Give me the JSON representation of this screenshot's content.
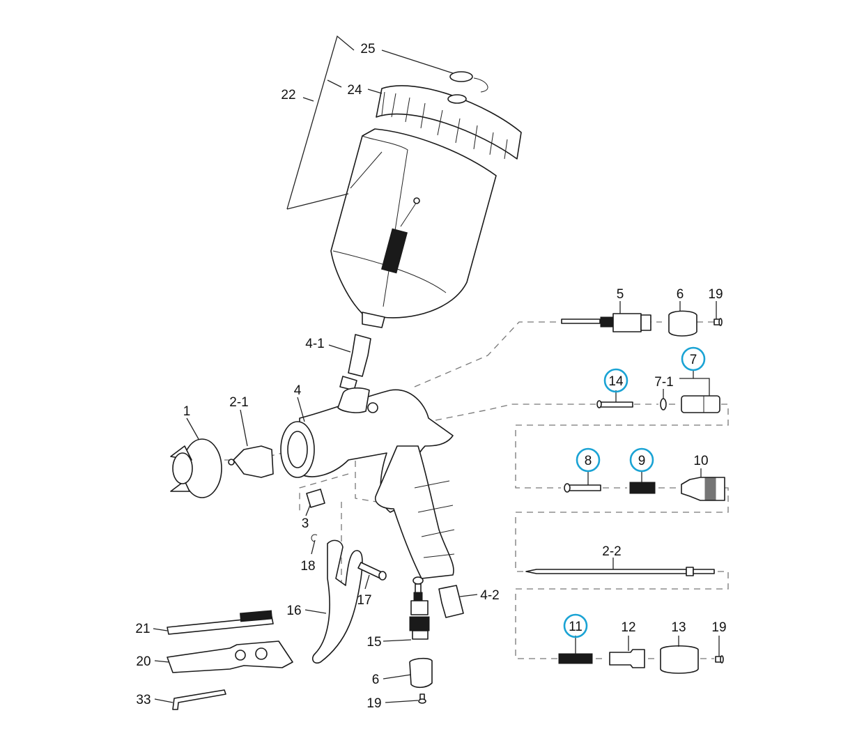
{
  "diagram": {
    "title": "Spray gun exploded parts diagram",
    "highlight_color": "#1aa3d4",
    "line_color": "#222222",
    "callouts": [
      {
        "id": "25",
        "text": "25",
        "highlighted": false
      },
      {
        "id": "24",
        "text": "24",
        "highlighted": false
      },
      {
        "id": "22",
        "text": "22",
        "highlighted": false
      },
      {
        "id": "5",
        "text": "5",
        "highlighted": false
      },
      {
        "id": "6a",
        "text": "6",
        "highlighted": false
      },
      {
        "id": "19a",
        "text": "19",
        "highlighted": false
      },
      {
        "id": "4-1",
        "text": "4-1",
        "highlighted": false
      },
      {
        "id": "7",
        "text": "7",
        "highlighted": true
      },
      {
        "id": "14",
        "text": "14",
        "highlighted": true
      },
      {
        "id": "7-1",
        "text": "7-1",
        "highlighted": false
      },
      {
        "id": "1",
        "text": "1",
        "highlighted": false
      },
      {
        "id": "2-1",
        "text": "2-1",
        "highlighted": false
      },
      {
        "id": "4",
        "text": "4",
        "highlighted": false
      },
      {
        "id": "8",
        "text": "8",
        "highlighted": true
      },
      {
        "id": "9",
        "text": "9",
        "highlighted": true
      },
      {
        "id": "10",
        "text": "10",
        "highlighted": false
      },
      {
        "id": "3",
        "text": "3",
        "highlighted": false
      },
      {
        "id": "18",
        "text": "18",
        "highlighted": false
      },
      {
        "id": "2-2",
        "text": "2-2",
        "highlighted": false
      },
      {
        "id": "4-2",
        "text": "4-2",
        "highlighted": false
      },
      {
        "id": "17",
        "text": "17",
        "highlighted": false
      },
      {
        "id": "16",
        "text": "16",
        "highlighted": false
      },
      {
        "id": "21",
        "text": "21",
        "highlighted": false
      },
      {
        "id": "15",
        "text": "15",
        "highlighted": false
      },
      {
        "id": "11",
        "text": "11",
        "highlighted": true
      },
      {
        "id": "12",
        "text": "12",
        "highlighted": false
      },
      {
        "id": "13",
        "text": "13",
        "highlighted": false
      },
      {
        "id": "19b",
        "text": "19",
        "highlighted": false
      },
      {
        "id": "20",
        "text": "20",
        "highlighted": false
      },
      {
        "id": "6b",
        "text": "6",
        "highlighted": false
      },
      {
        "id": "33",
        "text": "33",
        "highlighted": false
      },
      {
        "id": "19c",
        "text": "19",
        "highlighted": false
      }
    ]
  }
}
